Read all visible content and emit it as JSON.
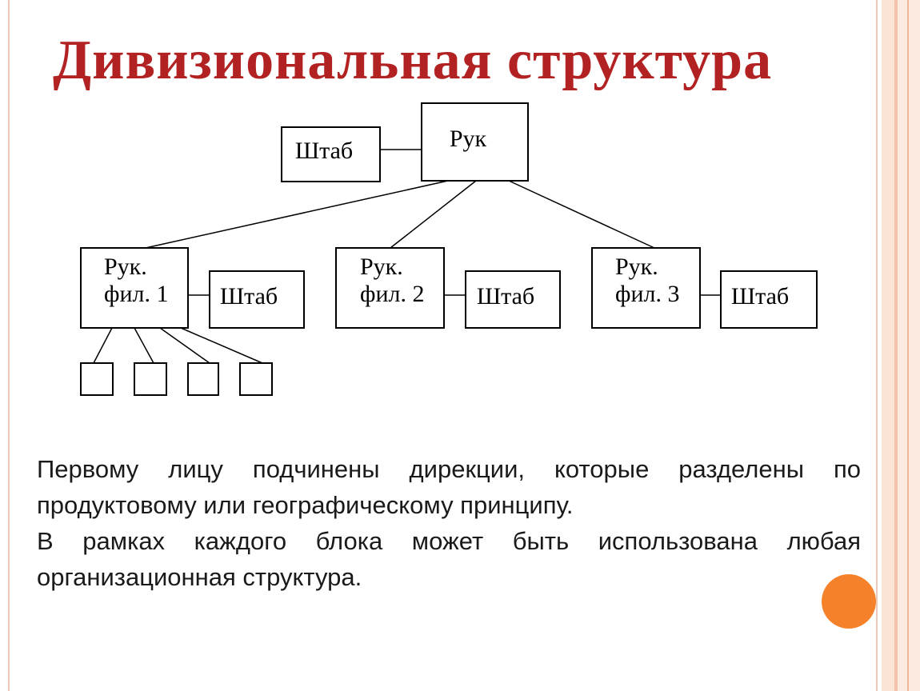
{
  "slide": {
    "title": "Дивизиональная структура",
    "paragraphs": [
      "Первому лицу подчинены дирекции, которые разделены по продуктовому  или географическому принципу.",
      "В рамках каждого блока может быть использована любая организационная структура."
    ],
    "accent_colors": {
      "title": "#b22222",
      "dot": "#f5822b",
      "border": "#efc8b8"
    }
  },
  "diagram": {
    "nodes": [
      {
        "id": "head",
        "lines": [
          "Рук"
        ]
      },
      {
        "id": "head-staff",
        "lines": [
          "Штаб"
        ]
      },
      {
        "id": "branch-1",
        "lines": [
          "Рук.",
          "фил. 1"
        ]
      },
      {
        "id": "branch-1-staff",
        "lines": [
          "Штаб"
        ]
      },
      {
        "id": "branch-2",
        "lines": [
          "Рук.",
          "фил. 2"
        ]
      },
      {
        "id": "branch-2-staff",
        "lines": [
          "Штаб"
        ]
      },
      {
        "id": "branch-3",
        "lines": [
          "Рук.",
          "фил. 3"
        ]
      },
      {
        "id": "branch-3-staff",
        "lines": [
          "Штаб"
        ]
      },
      {
        "id": "unit-1",
        "lines": []
      },
      {
        "id": "unit-2",
        "lines": []
      },
      {
        "id": "unit-3",
        "lines": []
      },
      {
        "id": "unit-4",
        "lines": []
      }
    ],
    "edges": [
      {
        "from": "head-staff",
        "to": "head"
      },
      {
        "from": "head",
        "to": "branch-1"
      },
      {
        "from": "head",
        "to": "branch-2"
      },
      {
        "from": "head",
        "to": "branch-3"
      },
      {
        "from": "branch-1",
        "to": "branch-1-staff"
      },
      {
        "from": "branch-2",
        "to": "branch-2-staff"
      },
      {
        "from": "branch-3",
        "to": "branch-3-staff"
      },
      {
        "from": "branch-1",
        "to": "unit-1"
      },
      {
        "from": "branch-1",
        "to": "unit-2"
      },
      {
        "from": "branch-1",
        "to": "unit-3"
      },
      {
        "from": "branch-1",
        "to": "unit-4"
      }
    ]
  }
}
